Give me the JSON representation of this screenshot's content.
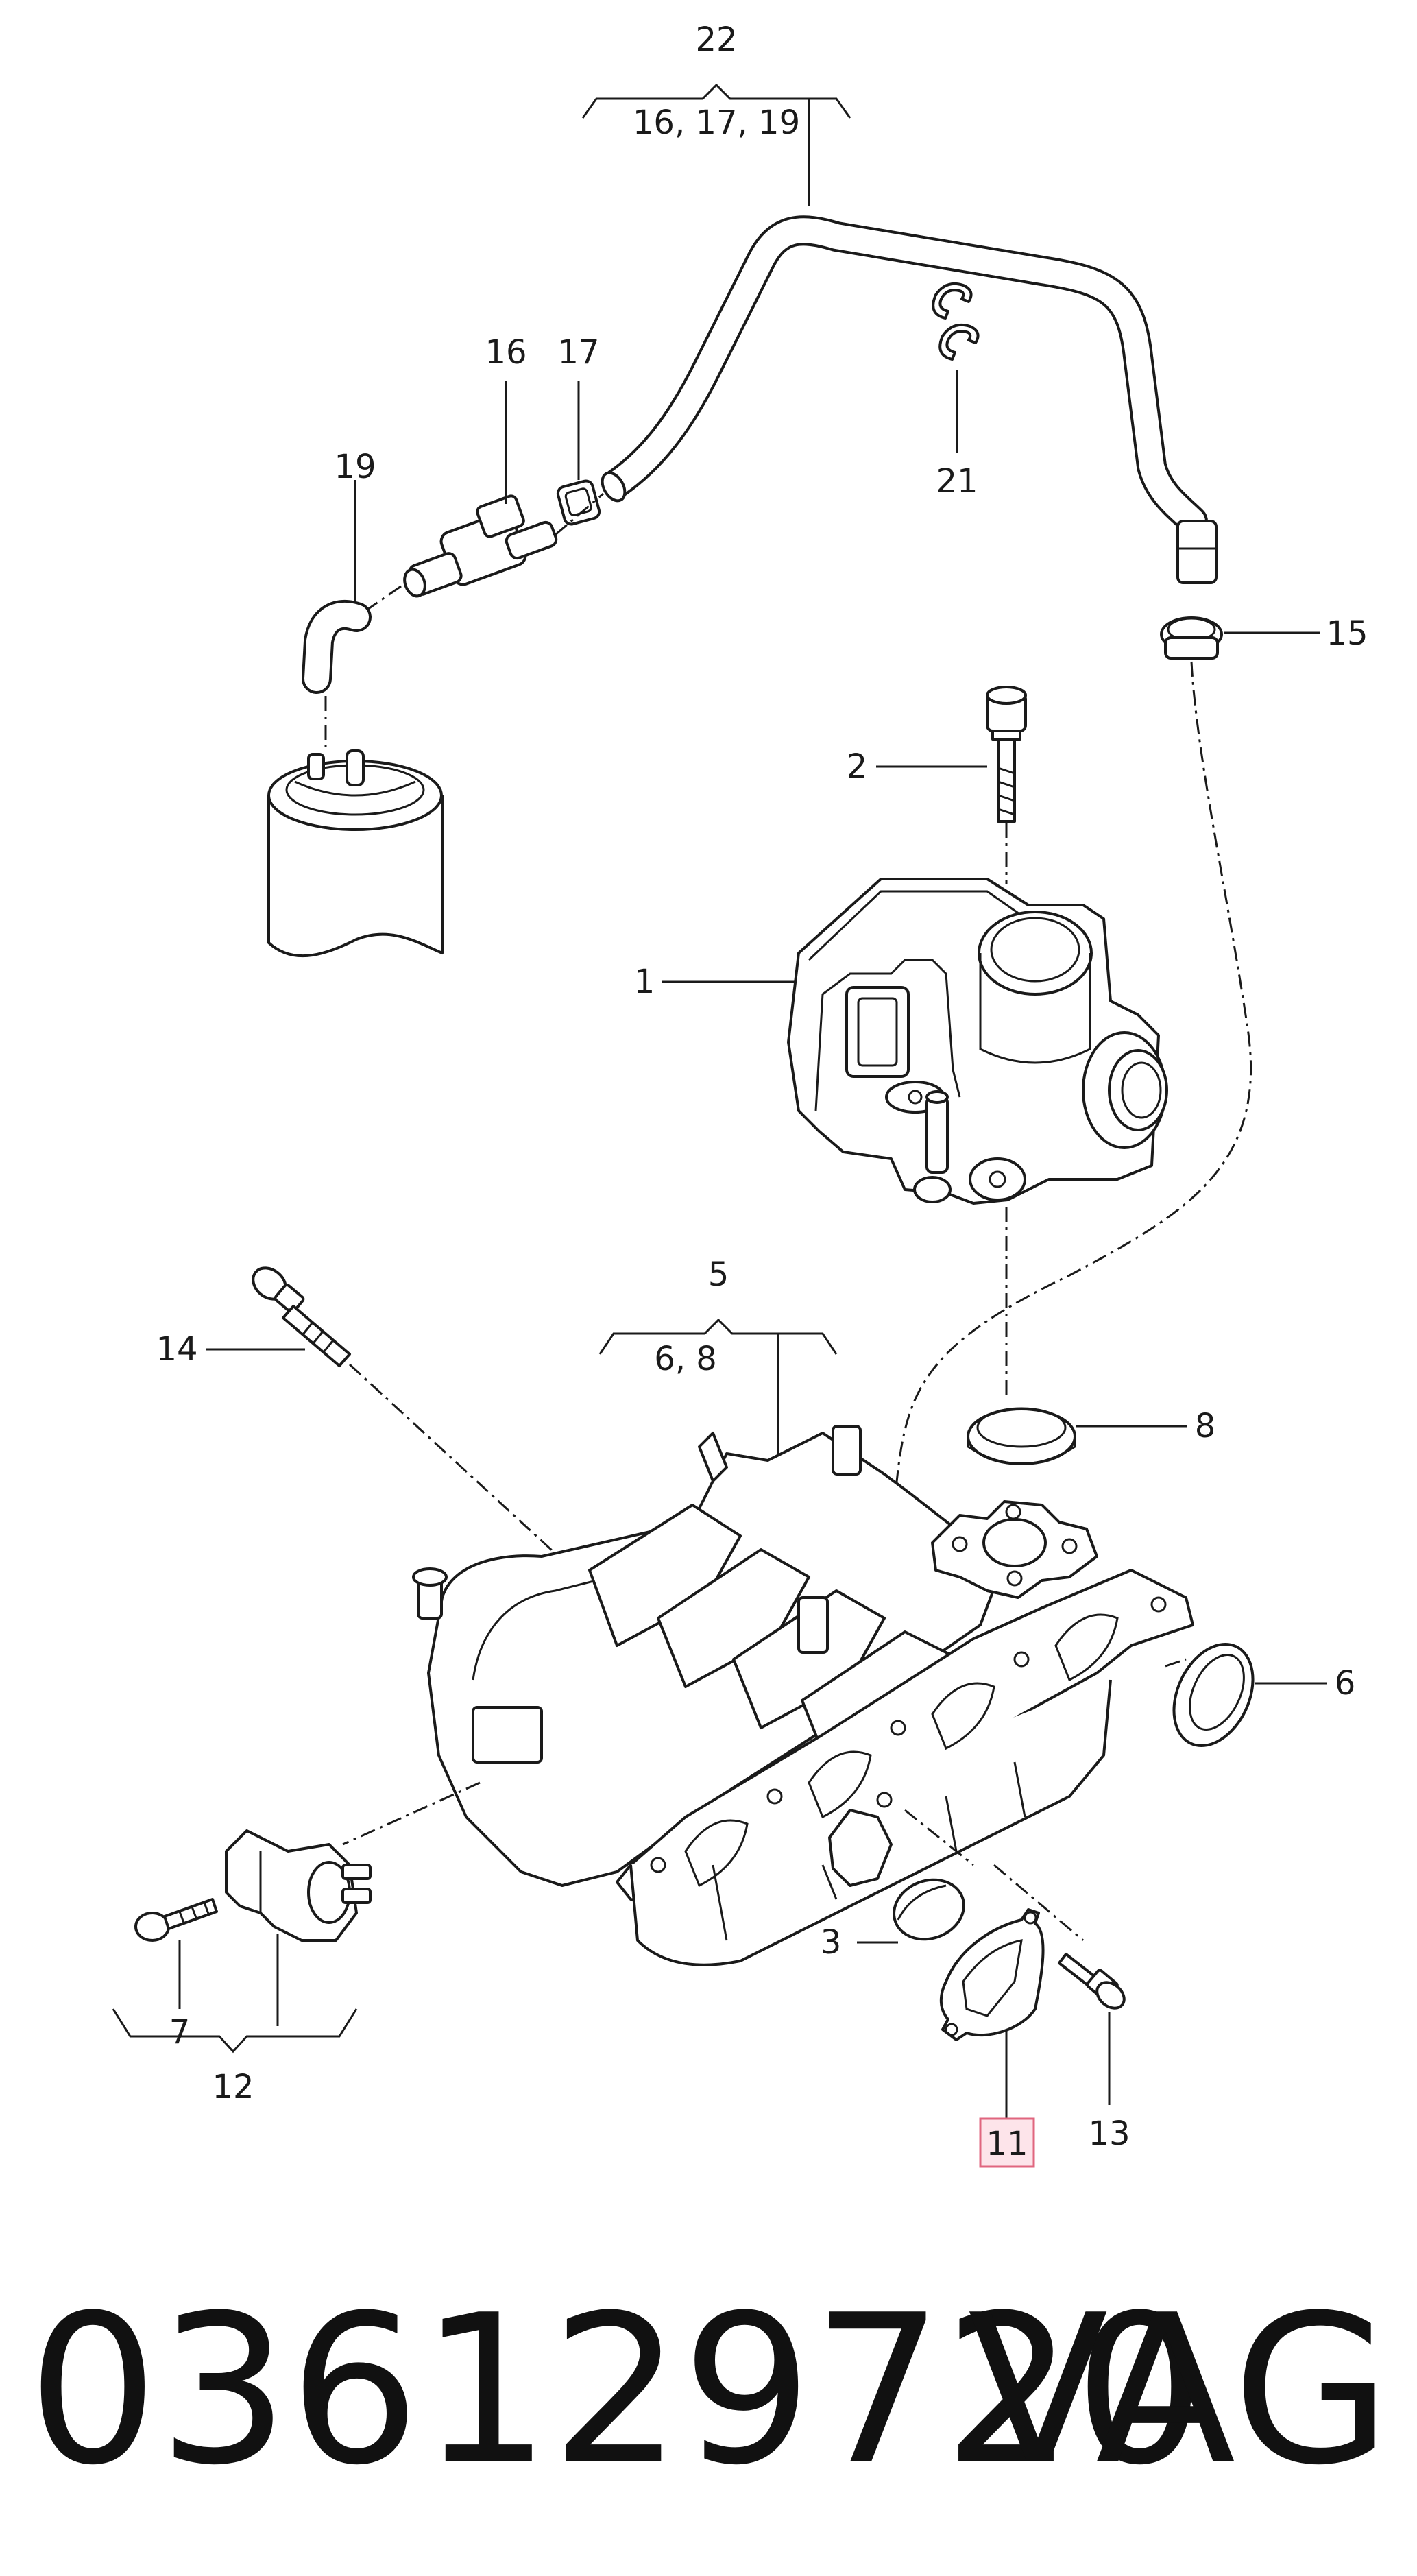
{
  "labels": {
    "p1": "1",
    "p2": "2",
    "p3": "3",
    "p5": "5",
    "p5sub": "6, 8",
    "p6": "6",
    "p7": "7",
    "p8": "8",
    "p11": "11",
    "p12": "12",
    "p13": "13",
    "p14": "14",
    "p15": "15",
    "p16": "16",
    "p17": "17",
    "p19": "19",
    "p21": "21",
    "p22": "22",
    "p22sub": "16, 17, 19"
  },
  "footer": {
    "part_number": "036129720",
    "brand": "VAG"
  },
  "colors": {
    "line": "#1a1a1a",
    "highlight_fill": "#fde4ea",
    "highlight_border": "#e0667f"
  }
}
